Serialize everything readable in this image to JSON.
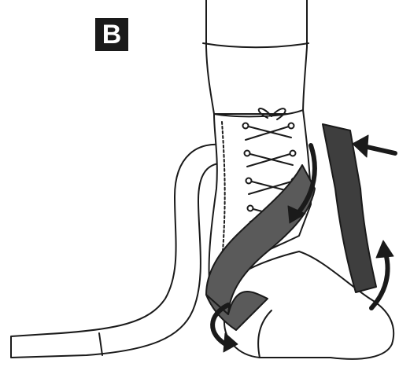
{
  "step_label": "B",
  "colors": {
    "outline": "#1a1a1a",
    "strap": "#5a5a5a",
    "strap_dark": "#3e3e3e",
    "fill": "#ffffff",
    "arrow": "#1a1a1a"
  },
  "icons": [
    "leg",
    "ankle-brace",
    "lace",
    "strap",
    "arrow-push",
    "arrow-curve-up",
    "arrow-curve-down"
  ]
}
